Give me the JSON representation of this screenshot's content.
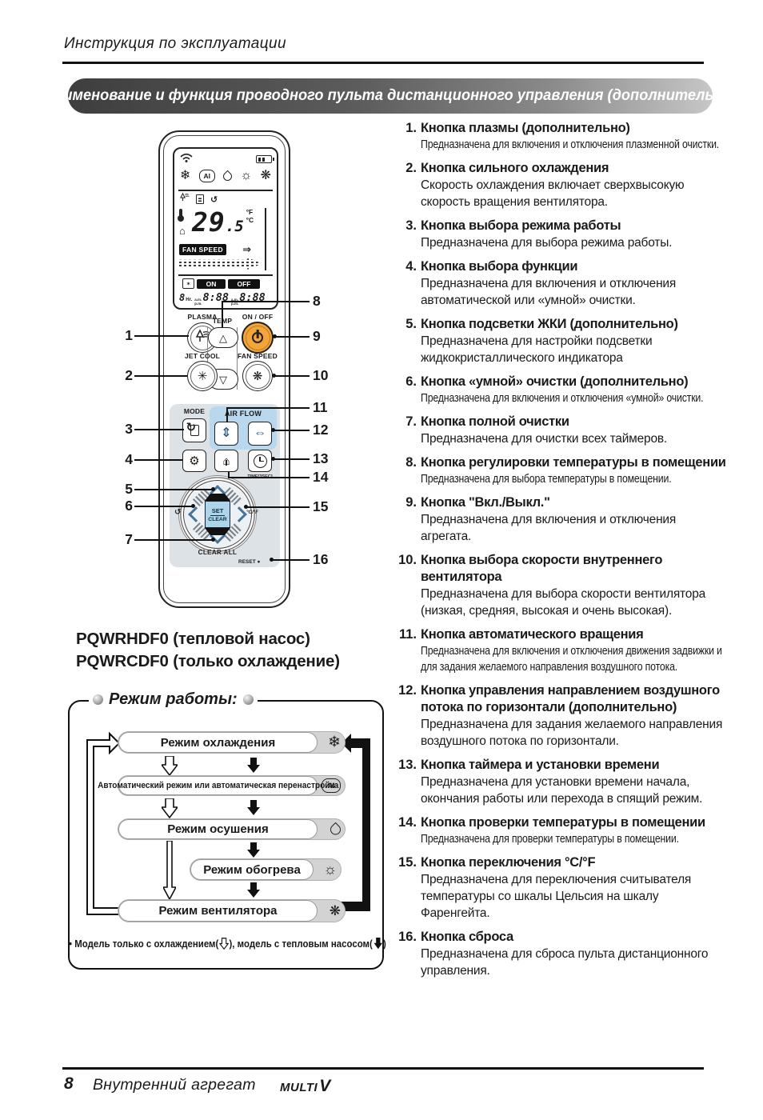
{
  "header": {
    "title": "Инструкция по эксплуатации"
  },
  "banner": {
    "title": "Наименование и функция проводного пульта дистанционного управления (дополнительно)"
  },
  "icons": {
    "snowflake": "❄",
    "ai": "AI",
    "sun": "☼",
    "fan": "❋",
    "swirl": "↺",
    "jetcool": "✳",
    "gear": "⚙",
    "house": "⌂",
    "bulb": "☼",
    "star": "✶",
    "arrow_updown": "⇕",
    "arrow_leftright": "⇔",
    "arrow_right_hollow": "⇒",
    "tri_up": "△",
    "tri_down": "▽"
  },
  "remote": {
    "lcd": {
      "temp_int": "29",
      "temp_dec": ".5",
      "unit_f": "°F",
      "unit_c": "°C",
      "fan_speed": "FAN SPEED",
      "on": "ON",
      "off": "OFF",
      "hours": "8",
      "hours_unit": "Hr.",
      "am": "a.m.",
      "pm": "p.m.",
      "time1": "8:88",
      "time2": "8:88"
    },
    "labels": {
      "plasma": "PLASMA",
      "temp": "TEMP",
      "on_off": "ON / OFF",
      "jet_cool": "JET COOL",
      "fan_speed": "FAN SPEED",
      "mode": "MODE",
      "air_flow": "AIR FLOW",
      "time_3sec": "TIME[3SEC]",
      "set": "SET",
      "clear": "CLEAR",
      "cf": "°C/°F",
      "clear_all": "CLEAR ALL",
      "reset": "RESET"
    }
  },
  "callouts": [
    "1",
    "2",
    "3",
    "4",
    "5",
    "6",
    "7",
    "8",
    "9",
    "10",
    "11",
    "12",
    "13",
    "14",
    "15",
    "16"
  ],
  "models": {
    "line1": "PQWRHDF0 (тепловой насос)",
    "line2": "PQWRCDF0 (только охлаждение)"
  },
  "items": [
    {
      "num": "1.",
      "title": "Кнопка плазмы (дополнительно)",
      "desc": "Предназначена для включения и отключения плазменной очистки."
    },
    {
      "num": "2.",
      "title": "Кнопка сильного охлаждения",
      "desc": "Скорость охлаждения включает сверхвысокую скорость вращения вентилятора."
    },
    {
      "num": "3.",
      "title": "Кнопка выбора режима работы",
      "desc": "Предназначена для выбора режима работы."
    },
    {
      "num": "4.",
      "title": "Кнопка выбора функции",
      "desc": "Предназначена для включения и отключения автоматической или «умной» очистки."
    },
    {
      "num": "5.",
      "title": "Кнопка подсветки ЖКИ (дополнительно)",
      "desc": "Предназначена для настройки подсветки жидкокристаллического индикатора"
    },
    {
      "num": "6.",
      "title": "Кнопка «умной» очистки (дополнительно)",
      "desc": "Предназначена для включения и отключения «умной» очистки."
    },
    {
      "num": "7.",
      "title": "Кнопка полной очистки",
      "desc": "Предназначена для очистки всех таймеров."
    },
    {
      "num": "8.",
      "title": "Кнопка регулировки температуры в помещении",
      "desc": "Предназначена для выбора температуры в помещении."
    },
    {
      "num": "9.",
      "title": "Кнопка \"Вкл./Выкл.\"",
      "desc": "Предназначена для включения и отключения агрегата."
    },
    {
      "num": "10.",
      "title": "Кнопка выбора скорости внутреннего вентилятора",
      "desc": "Предназначена для выбора скорости вентилятора (низкая, средняя, высокая и очень высокая)."
    },
    {
      "num": "11.",
      "title": "Кнопка автоматического вращения",
      "desc": "Предназначена для включения и отключения движения задвижки и для задания желаемого направления воздушного потока."
    },
    {
      "num": "12.",
      "title": "Кнопка управления направлением воздушного потока по горизонтали (дополнительно)",
      "desc": "Предназначена для задания желаемого направления воздушного потока по горизонтали."
    },
    {
      "num": "13.",
      "title": "Кнопка таймера и установки времени",
      "desc": "Предназначена для установки времени начала, окончания работы или перехода в спящий режим."
    },
    {
      "num": "14.",
      "title": "Кнопка проверки температуры в помещении",
      "desc": "Предназначена для проверки температуры в помещении."
    },
    {
      "num": "15.",
      "title": "Кнопка переключения °C/°F",
      "desc": "Предназначена для переключения считывателя температуры со шкалы Цельсия на шкалу Фаренгейта."
    },
    {
      "num": "16.",
      "title": "Кнопка сброса",
      "desc": "Предназначена для сброса пульта дистанционного управления."
    }
  ],
  "modes": {
    "title": "Режим работы:",
    "pills": [
      {
        "label": "Режим охлаждения"
      },
      {
        "label": "Автоматический режим или автоматическая перенастройка"
      },
      {
        "label": "Режим осушения"
      },
      {
        "label": "Режим обогрева"
      },
      {
        "label": "Режим вентилятора"
      }
    ],
    "note1": "• Модель только с охлаждением(",
    "note2": "), модель с тепловым насосом(",
    "note3": ")"
  },
  "footer": {
    "page": "8",
    "label": "Внутренний агрегат",
    "brand_multi": "MULTI",
    "brand_v": "V"
  }
}
